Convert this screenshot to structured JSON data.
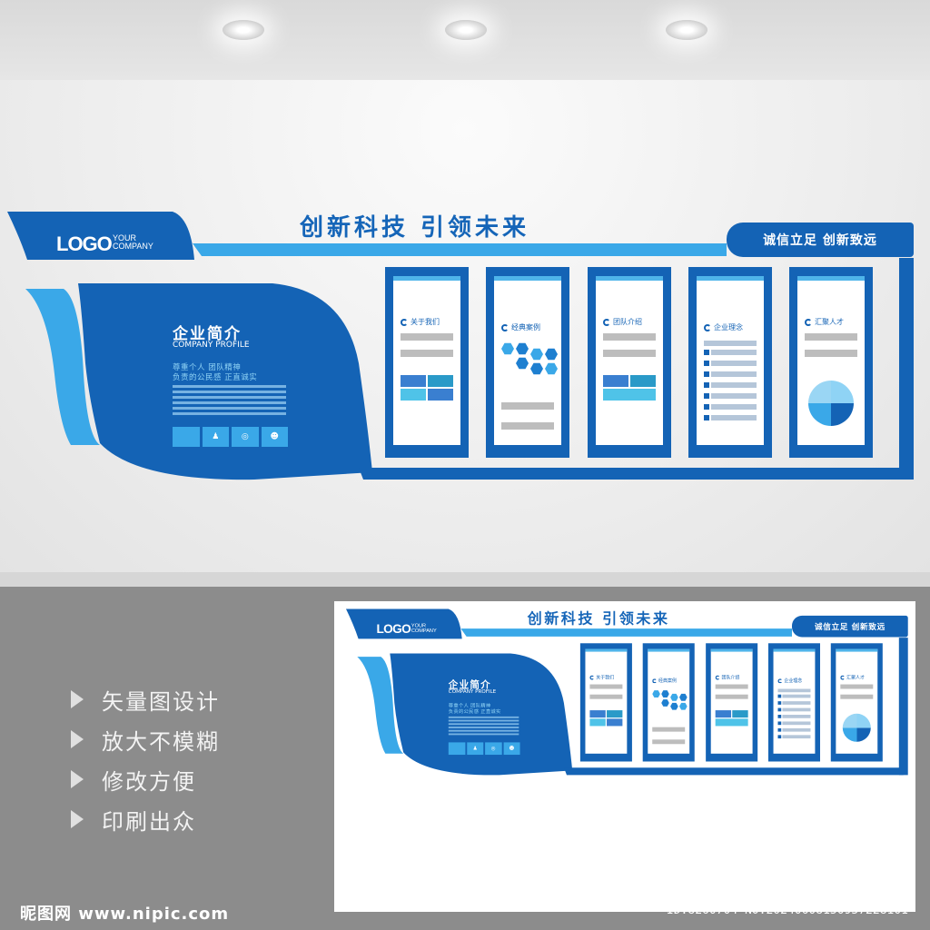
{
  "design": {
    "title": "创新科技 引领未来",
    "slogan": "诚信立足 创新致远",
    "logo": "LOGO",
    "logo_sub_1": "YOUR",
    "logo_sub_2": "COMPANY",
    "intro_title": "企业简介",
    "intro_subtitle": "COMPANY PROFILE",
    "intro_line1": "尊重个人 团队精神",
    "intro_line2": "负责的公民感 正直诚实",
    "panels": [
      {
        "label": "关于我们"
      },
      {
        "label": "经典案例"
      },
      {
        "label": "团队介绍"
      },
      {
        "label": "企业理念"
      },
      {
        "label": "汇聚人才"
      }
    ]
  },
  "features": [
    "矢量图设计",
    "放大不模糊",
    "修改方便",
    "印刷出众"
  ],
  "footer": {
    "site": "昵图网 www.nipic.com",
    "id": "ID:8260704 NO:20240608150957228101"
  },
  "colors": {
    "primary": "#1463b5",
    "accent": "#3aa8e8",
    "light": "#8fd3f5"
  }
}
